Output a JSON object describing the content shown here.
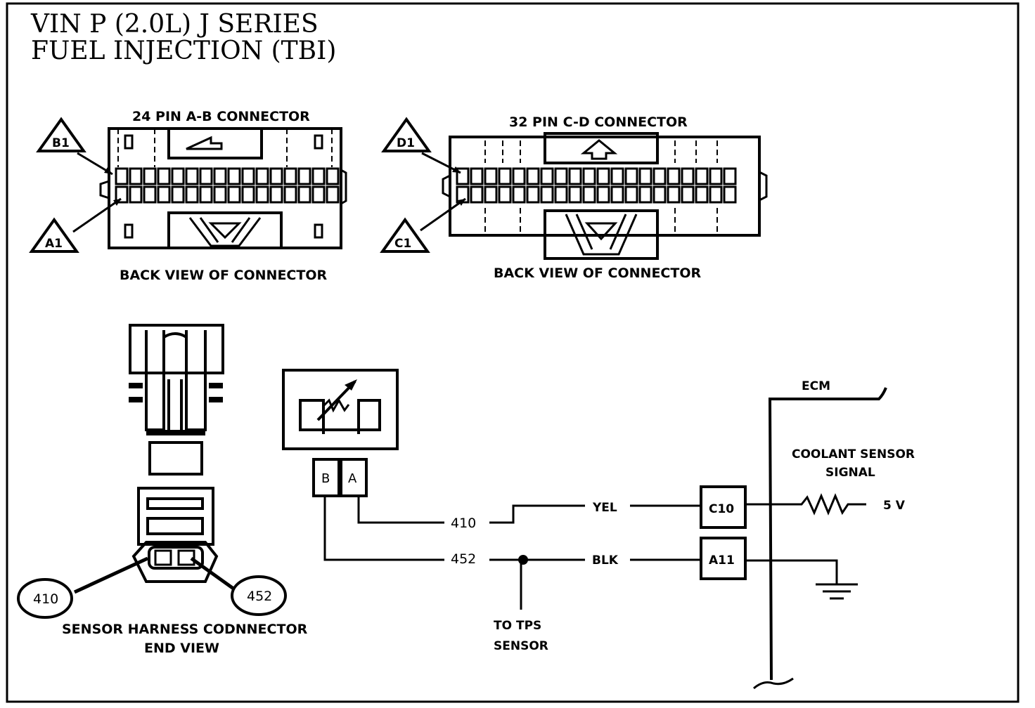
{
  "title": {
    "line1": "VIN  P  (2.0L)    J    SERIES",
    "line2": "FUEL  INJECTION  (TBI)"
  },
  "connector_ab": {
    "heading": "24 PIN A-B CONNECTOR",
    "caption": "BACK VIEW OF CONNECTOR",
    "pin_top": "B1",
    "pin_bottom": "A1"
  },
  "connector_cd": {
    "heading": "32 PIN C-D CONNECTOR",
    "caption": "BACK VIEW OF CONNECTOR",
    "pin_top": "D1",
    "pin_bottom": "C1"
  },
  "sensor_harness": {
    "caption_line1": "SENSOR HARNESS CODNNECTOR",
    "caption_line2": "END VIEW",
    "left_wire": "410",
    "right_wire": "452"
  },
  "schematic": {
    "sensor_pin_b": "B",
    "sensor_pin_a": "A",
    "wire_410": "410",
    "wire_452": "452",
    "color_yel": "YEL",
    "color_blk": "BLK",
    "ecm_label": "ECM",
    "ecm_pin_c10": "C10",
    "ecm_pin_a11": "A11",
    "signal_line1": "COOLANT SENSOR",
    "signal_line2": "SIGNAL",
    "voltage": "5 V",
    "tps_line1": "TO TPS",
    "tps_line2": "SENSOR"
  }
}
